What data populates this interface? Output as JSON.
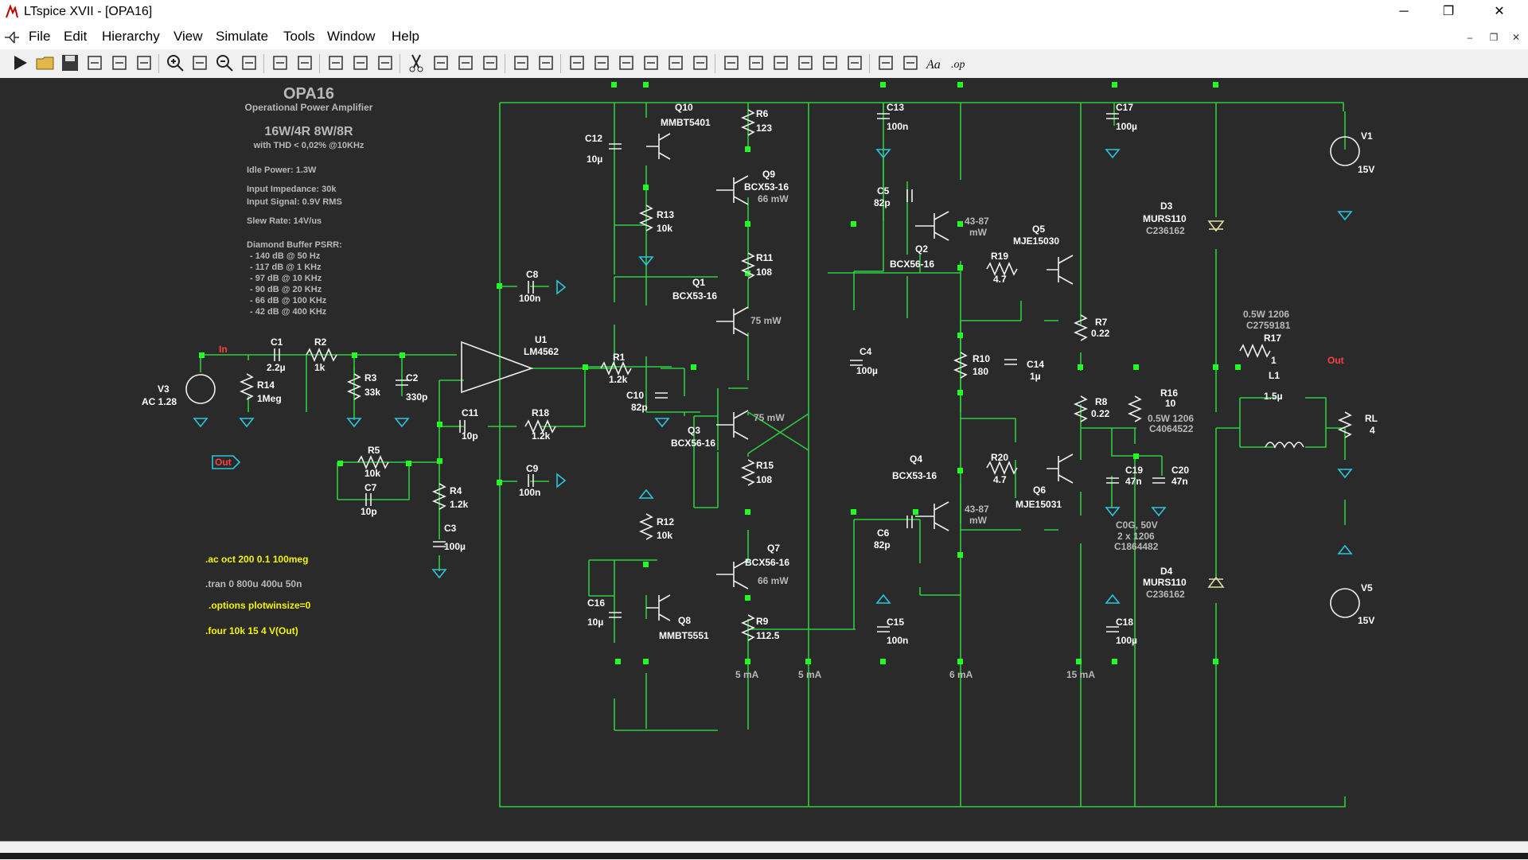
{
  "window": {
    "title": "LTspice XVII - [OPA16]",
    "controls": {
      "minimize": "─",
      "restore": "❐",
      "close": "✕"
    },
    "mdi_controls": {
      "minimize": "–",
      "restore": "❐",
      "close": "✕"
    }
  },
  "menu": [
    "File",
    "Edit",
    "Hierarchy",
    "View",
    "Simulate",
    "Tools",
    "Window",
    "Help"
  ],
  "toolbar": [
    "run-icon",
    "open-icon",
    "save-icon",
    "control-panel-icon",
    "halt-icon",
    "pan-icon",
    "zoom-in-icon",
    "zoom-area-icon",
    "zoom-out-icon",
    "zoom-cancel-icon",
    "autorange-icon",
    "fit-icon",
    "tile-horizontal-icon",
    "cascade-icon",
    "tile-vertical-icon",
    "cut-icon",
    "copy-icon",
    "paste-icon",
    "find-icon",
    "print-icon",
    "print-setup-icon",
    "draw-wire-icon",
    "ground-icon",
    "label-net-icon",
    "resistor-icon",
    "capacitor-icon",
    "inductor-icon",
    "diode-icon",
    "component-icon",
    "move-icon",
    "drag-icon",
    "undo-icon",
    "redo-icon",
    "rotate-icon",
    "mirror-icon",
    "text-icon",
    "spice-directive-icon"
  ],
  "toolbar_text": {
    "text_label": "Aa",
    "op_label": ".op"
  },
  "notes": {
    "title": "OPA16",
    "subtitle": "Operational Power Amplifier",
    "power": "16W/4R  8W/8R",
    "thd": "with THD < 0,02% @10KHz",
    "idle": "Idle Power: 1.3W",
    "impedance": "Input Impedance: 30k",
    "signal": "Input Signal: 0.9V RMS",
    "slew": "Slew Rate: 14V/us",
    "psrr_title": "Diamond Buffer PSRR:",
    "psrr": [
      "- 140 dB @ 50 Hz",
      "- 117 dB @ 1 KHz",
      "- 97 dB @ 10 KHz",
      "- 90 dB @ 20 KHz",
      "- 66 dB @ 100 KHz",
      "- 42 dB @ 400 KHz"
    ]
  },
  "directives": {
    "ac": ".ac oct 200 0.1 100meg",
    "tran": ".tran 0 800u 400u 50n",
    "options": ".options plotwinsize=0",
    "four": ".four 10k 15 4 V(Out)"
  },
  "current_labels": {
    "i5": "5 mA",
    "i6": "6 mA",
    "i15": "15 mA"
  },
  "nets": {
    "in": "In",
    "out": "Out",
    "out_flag": "Out"
  },
  "components": {
    "V3": {
      "name": "V3",
      "value": "AC 1.28"
    },
    "V1": {
      "name": "V1",
      "value": "15V"
    },
    "V5": {
      "name": "V5",
      "value": "15V"
    },
    "C1": {
      "name": "C1",
      "value": "2.2µ"
    },
    "R2": {
      "name": "R2",
      "value": "1k"
    },
    "R14": {
      "name": "R14",
      "value": "1Meg"
    },
    "R3": {
      "name": "R3",
      "value": "33k"
    },
    "C2": {
      "name": "C2",
      "value": "330p"
    },
    "U1": {
      "name": "U1",
      "value": "LM4562"
    },
    "C8": {
      "name": "C8",
      "value": "100n"
    },
    "C9": {
      "name": "C9",
      "value": "100n"
    },
    "C11": {
      "name": "C11",
      "value": "10p"
    },
    "R18": {
      "name": "R18",
      "value": "1.2k"
    },
    "R5": {
      "name": "R5",
      "value": "10k"
    },
    "C7": {
      "name": "C7",
      "value": "10p"
    },
    "R4": {
      "name": "R4",
      "value": "1.2k"
    },
    "C3": {
      "name": "C3",
      "value": "100µ"
    },
    "R1": {
      "name": "R1",
      "value": "1.2k"
    },
    "C10": {
      "name": "C10",
      "value": "82p"
    },
    "C12": {
      "name": "C12",
      "value": "10µ"
    },
    "Q10": {
      "name": "Q10",
      "value": "MMBT5401"
    },
    "R6": {
      "name": "R6",
      "value": "123"
    },
    "Q9": {
      "name": "Q9",
      "value": "BCX53-16",
      "power": "66 mW"
    },
    "R13": {
      "name": "R13",
      "value": "10k"
    },
    "R11": {
      "name": "R11",
      "value": "108"
    },
    "Q1": {
      "name": "Q1",
      "value": "BCX53-16",
      "power": "75 mW"
    },
    "Q3": {
      "name": "Q3",
      "value": "BCX56-16",
      "power": "75 mW"
    },
    "R15": {
      "name": "R15",
      "value": "108"
    },
    "R12": {
      "name": "R12",
      "value": "10k"
    },
    "Q7": {
      "name": "Q7",
      "value": "BCX56-16",
      "power": "66 mW"
    },
    "C16": {
      "name": "C16",
      "value": "10µ"
    },
    "Q8": {
      "name": "Q8",
      "value": "MMBT5551"
    },
    "R9": {
      "name": "R9",
      "value": "112.5"
    },
    "C13": {
      "name": "C13",
      "value": "100n"
    },
    "C5": {
      "name": "C5",
      "value": "82p"
    },
    "Q2": {
      "name": "Q2",
      "value": "BCX56-16",
      "power": "43-87",
      "power2": "mW"
    },
    "C4": {
      "name": "C4",
      "value": "100µ"
    },
    "R10": {
      "name": "R10",
      "value": "180"
    },
    "C14": {
      "name": "C14",
      "value": "1µ"
    },
    "Q4": {
      "name": "Q4",
      "value": "BCX53-16",
      "power": "43-87",
      "power2": "mW"
    },
    "C6": {
      "name": "C6",
      "value": "82p"
    },
    "C15": {
      "name": "C15",
      "value": "100n"
    },
    "R19": {
      "name": "R19",
      "value": "4.7"
    },
    "Q5": {
      "name": "Q5",
      "value": "MJE15030"
    },
    "R7": {
      "name": "R7",
      "value": "0.22"
    },
    "R8": {
      "name": "R8",
      "value": "0.22"
    },
    "R20": {
      "name": "R20",
      "value": "4.7"
    },
    "Q6": {
      "name": "Q6",
      "value": "MJE15031"
    },
    "C17": {
      "name": "C17",
      "value": "100µ"
    },
    "C18": {
      "name": "C18",
      "value": "100µ"
    },
    "R16": {
      "name": "R16",
      "value": "10",
      "note1": "0.5W 1206",
      "note2": "C4064522"
    },
    "C19": {
      "name": "C19",
      "value": "47n"
    },
    "C20": {
      "name": "C20",
      "value": "47n"
    },
    "C19_note": {
      "line1": "C0G, 50V",
      "line2": "2 x 1206",
      "line3": "C1864482"
    },
    "D3": {
      "name": "D3",
      "value": "MURS110",
      "part": "C236162"
    },
    "D4": {
      "name": "D4",
      "value": "MURS110",
      "part": "C236162"
    },
    "R17": {
      "name": "R17",
      "value": "1",
      "note1": "0.5W 1206",
      "note2": "C2759181"
    },
    "L1": {
      "name": "L1",
      "value": "1.5µ"
    },
    "RL": {
      "name": "RL",
      "value": "4"
    }
  },
  "colors": {
    "background": "#2a2a2a",
    "wire": "#2ecc40",
    "junction": "#22ff22",
    "component": "#f0f0f0",
    "text": "#ffffff",
    "note": "#b8b8b8",
    "ground": "#28c8e0",
    "directive": "#f5f500",
    "net_label": "#ff4040",
    "diode": "#e0e0a0"
  }
}
